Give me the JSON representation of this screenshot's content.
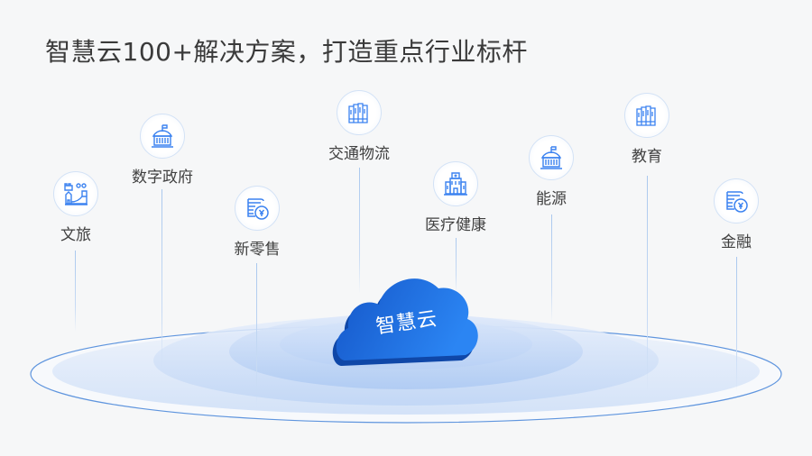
{
  "header": {
    "title": "智慧云100+解决方案，打造重点行业标杆"
  },
  "center": {
    "label": "智慧云"
  },
  "industries": [
    {
      "label": "文旅",
      "icon": "great-wall-icon"
    },
    {
      "label": "数字政府",
      "icon": "government-building-icon"
    },
    {
      "label": "新零售",
      "icon": "coins-yuan-icon"
    },
    {
      "label": "交通物流",
      "icon": "books-icon"
    },
    {
      "label": "医疗健康",
      "icon": "hospital-icon"
    },
    {
      "label": "能源",
      "icon": "government-building-icon"
    },
    {
      "label": "教育",
      "icon": "books-icon"
    },
    {
      "label": "金融",
      "icon": "coins-yuan-icon"
    }
  ],
  "colors": {
    "accent": "#3b82f0",
    "cloud": "#1a6ae0",
    "title_text": "#3a3a3a",
    "label_text": "#404040",
    "background": "#f6f7f8"
  }
}
